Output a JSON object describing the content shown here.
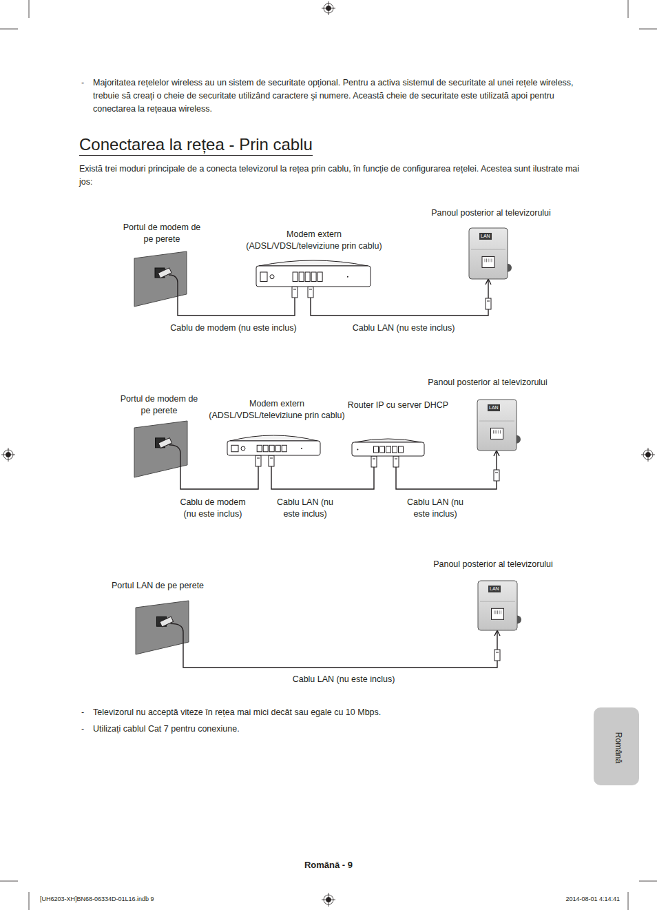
{
  "diagram": {
    "title": "Conectarea la rețea - Prin cablu",
    "nodes": [
      {
        "text": [
          "Portul de modem de pe perete"
        ]
      },
      {
        "text": [
          "Modem extern (ADSL/VDSL/televiziune prin cablu)"
        ]
      },
      {
        "text": [
          "Panoul posterior al televizorului",
          "LAN"
        ]
      },
      {
        "text": [
          "Portul de modem de pe perete"
        ]
      },
      {
        "text": [
          "Modem extern (ADSL/VDSL/televiziune prin cablu)"
        ]
      },
      {
        "text": [
          "Router IP cu server DHCP"
        ]
      },
      {
        "text": [
          "Panoul posterior al televizorului",
          "LAN"
        ]
      },
      {
        "text": [
          "Portul LAN de pe perete"
        ]
      },
      {
        "text": [
          "Panoul posterior al televizorului",
          "LAN"
        ]
      }
    ],
    "edges": [
      {
        "from": 0,
        "to": 1,
        "arrow": "none",
        "label": "Cablu de modem (nu este inclus)"
      },
      {
        "from": 1,
        "to": 2,
        "arrow": "to",
        "label": "Cablu LAN (nu este inclus)"
      },
      {
        "from": 3,
        "to": 4,
        "arrow": "none",
        "label": "Cablu de modem (nu este inclus)"
      },
      {
        "from": 4,
        "to": 5,
        "arrow": "none",
        "label": "Cablu LAN (nu este inclus)"
      },
      {
        "from": 5,
        "to": 6,
        "arrow": "to",
        "label": "Cablu LAN (nu este inclus)"
      },
      {
        "from": 7,
        "to": 8,
        "arrow": "to",
        "label": "Cablu LAN (nu este inclus)"
      }
    ],
    "labels": [
      "-",
      "Majoritatea rețelelor wireless au un sistem de securitate opțional. Pentru a activa sistemul de securitate al unei rețele wireless, trebuie să creați o cheie de securitate utilizând caractere şi numere. Această cheie de securitate este utilizată apoi pentru conectarea la rețeaua wireless.",
      "Există trei moduri principale de a conecta televizorul la rețea prin cablu, în funcție de configurarea rețelei. Acestea sunt ilustrate mai jos:",
      "-",
      "Televizorul nu acceptă viteze în rețea mai mici decât sau egale cu 10 Mbps.",
      "-",
      "Utilizați cablul Cat 7 pentru conexiune.",
      "Română",
      "Română - 9",
      "[UH6203-XH]BN68-06334D-01L16.indb   9",
      "2014-08-01   4:14:41"
    ]
  }
}
